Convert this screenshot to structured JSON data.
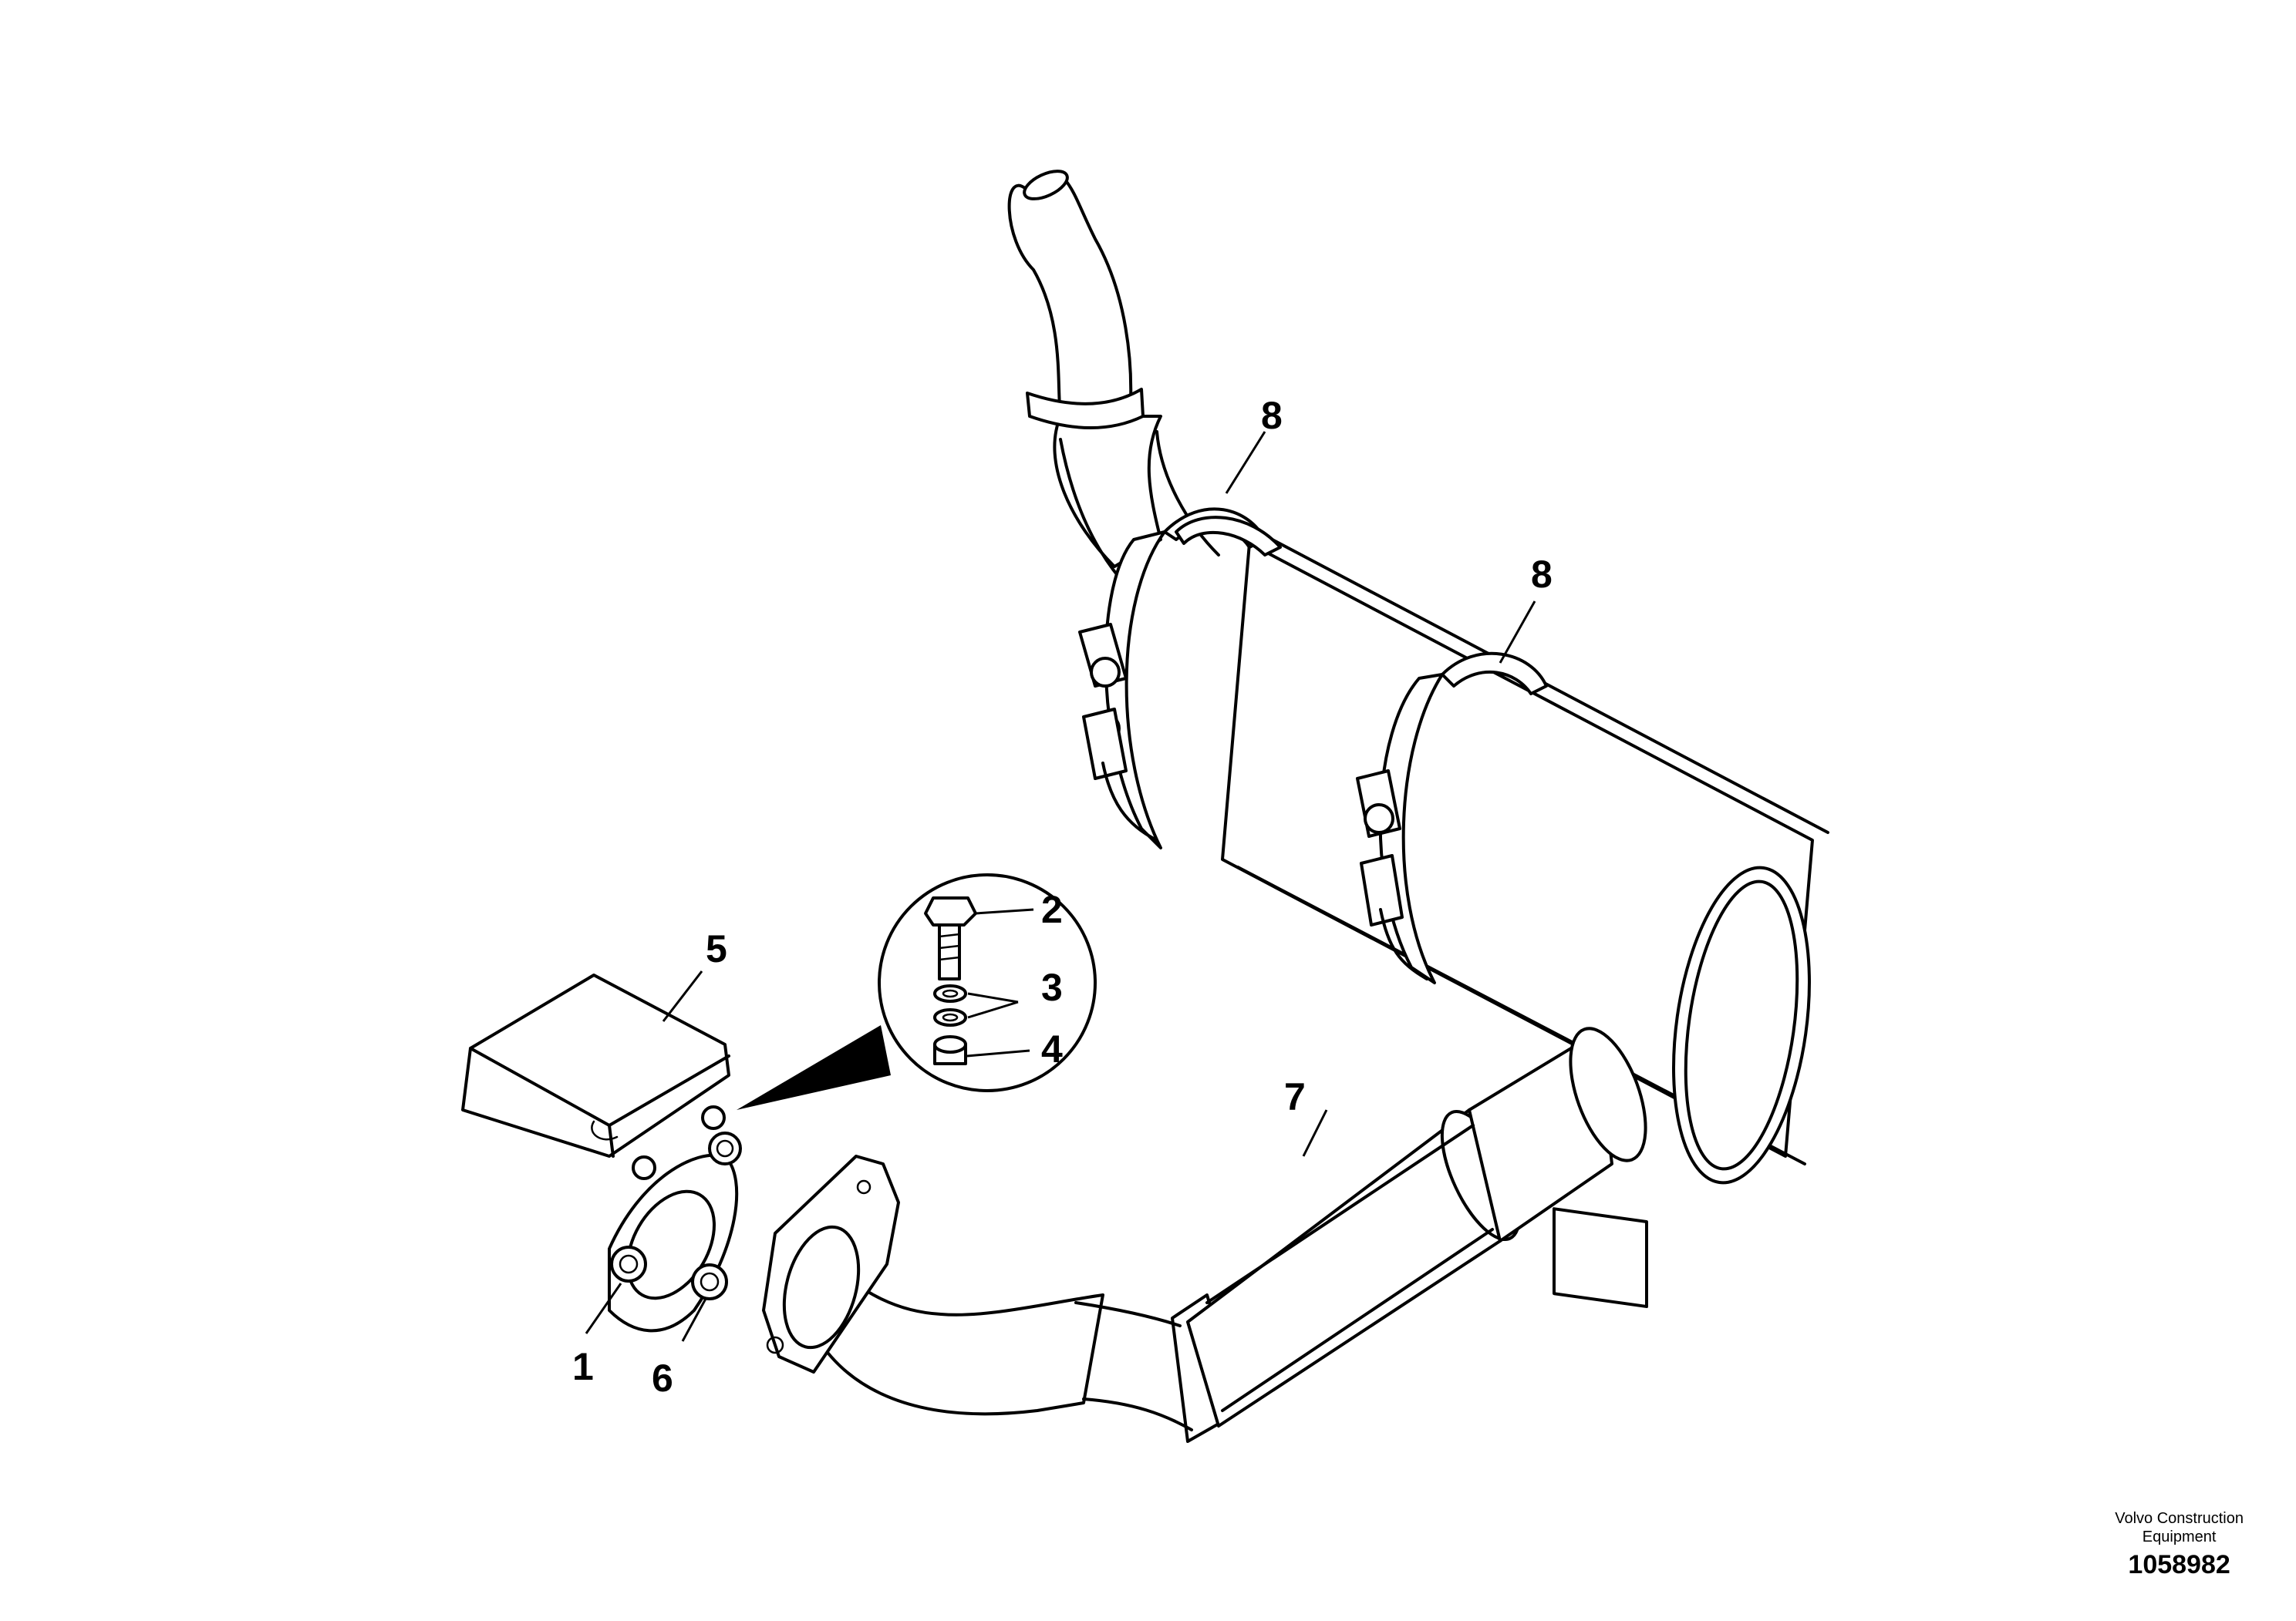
{
  "diagram": {
    "callouts": [
      {
        "id": "1",
        "label": "1"
      },
      {
        "id": "2",
        "label": "2"
      },
      {
        "id": "3",
        "label": "3"
      },
      {
        "id": "4",
        "label": "4"
      },
      {
        "id": "5",
        "label": "5"
      },
      {
        "id": "6",
        "label": "6"
      },
      {
        "id": "7",
        "label": "7"
      },
      {
        "id": "8a",
        "label": "8"
      },
      {
        "id": "8b",
        "label": "8"
      }
    ]
  },
  "footer": {
    "company_line1": "Volvo Construction",
    "company_line2": "Equipment",
    "document_number": "1058982"
  }
}
